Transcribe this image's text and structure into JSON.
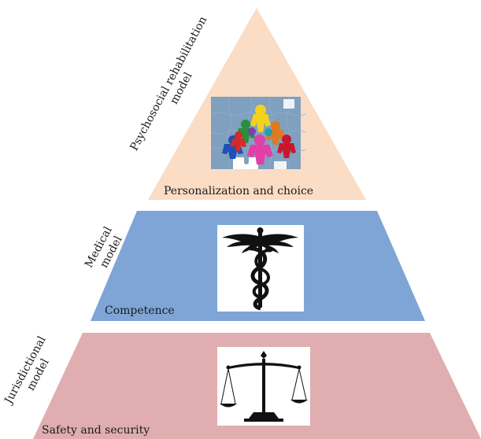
{
  "tiers": [
    {
      "id": "top",
      "model_lines": [
        "Psychosocial rehabilitation",
        "model"
      ],
      "caption": "Personalization and choice",
      "image_icon": "puzzle-people-image",
      "fill": "#fbdcc4"
    },
    {
      "id": "middle",
      "model_lines": [
        "Medical",
        "model"
      ],
      "caption": "Competence",
      "image_icon": "caduceus-icon",
      "fill": "#7ea5d6"
    },
    {
      "id": "bottom",
      "model_lines": [
        "Jurisdictional",
        "model"
      ],
      "caption": "Safety and security",
      "image_icon": "scales-of-justice-icon",
      "fill": "#e0aeb0"
    }
  ]
}
